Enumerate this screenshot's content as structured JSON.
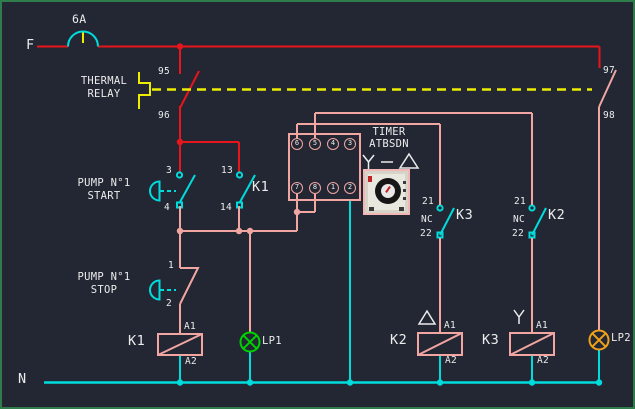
{
  "rails": {
    "phase_label": "F",
    "neutral_label": "N"
  },
  "fuse": {
    "rating": "6A"
  },
  "thermal_relay": {
    "line1": "THERMAL",
    "line2": "RELAY",
    "t95": "95",
    "t96": "96",
    "t97": "97",
    "t98": "98"
  },
  "start_button": {
    "line1": "PUMP N°1",
    "line2": "START",
    "t3": "3",
    "t4": "4"
  },
  "stop_button": {
    "line1": "PUMP N°1",
    "line2": "STOP",
    "t1": "1",
    "t2": "2"
  },
  "k1_aux_contact": {
    "label": "K1",
    "t13": "13",
    "t14": "14"
  },
  "k3_interlock": {
    "t21": "21",
    "nc": "NC",
    "t22": "22",
    "label": "K3"
  },
  "k2_interlock": {
    "t21": "21",
    "nc": "NC",
    "t22": "22",
    "label": "K2"
  },
  "timer": {
    "title": "TIMER",
    "model": "ATBSDN",
    "pins_top": [
      "6",
      "5",
      "4",
      "3"
    ],
    "pins_bottom": [
      "7",
      "8",
      "1",
      "2"
    ],
    "symbols": "star-dash-delta"
  },
  "coils": {
    "k1": {
      "label": "K1",
      "a1": "A1",
      "a2": "A2"
    },
    "k2": {
      "label": "K2",
      "a1": "A1",
      "a2": "A2",
      "symbol": "delta"
    },
    "k3": {
      "label": "K3",
      "a1": "A1",
      "a2": "A2",
      "symbol": "star"
    }
  },
  "lamps": {
    "lp1": {
      "label": "LP1",
      "color": "#00d200"
    },
    "lp2": {
      "label": "LP2",
      "color": "#f0a11c"
    }
  },
  "colors": {
    "background": "#222733",
    "frame_green": "#2e7d4a",
    "phase_red": "#e8151b",
    "neutral_cyan": "#00dcdc",
    "control_salmon": "#f2a6a2",
    "thermal_yellow": "#eded00",
    "text_white": "#ececec"
  }
}
